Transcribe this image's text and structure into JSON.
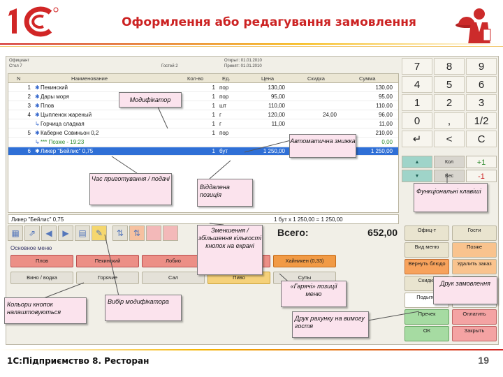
{
  "slide": {
    "title": "Оформлення або редагування замовлення",
    "footer": "1С:Підприємство 8. Ресторан",
    "page_number": "19",
    "logo_text": "1С"
  },
  "app": {
    "infobar": [
      "Официант",
      "Стол 7",
      "Гостей 2",
      "Открыт: 01.01.2010",
      "Принят: 01.01.2010"
    ],
    "columns": [
      "N",
      "Наименование",
      "Кол-во",
      "Ед.",
      "Цена",
      "Скидка",
      "Сумма"
    ],
    "rows": [
      {
        "num": "1",
        "mark": "✱",
        "name": "Пекинский",
        "qty": "1",
        "unit": "пор",
        "price": "130,00",
        "discount": "",
        "sum": "130,00"
      },
      {
        "num": "2",
        "mark": "✱",
        "name": "Дары моря",
        "qty": "1",
        "unit": "пор",
        "price": "95,00",
        "discount": "",
        "sum": "95,00"
      },
      {
        "num": "3",
        "mark": "✱",
        "name": "Плов",
        "qty": "1",
        "unit": "шт",
        "price": "110,00",
        "discount": "",
        "sum": "110,00"
      },
      {
        "num": "4",
        "mark": "✱",
        "name": "Цыпленок жареный",
        "qty": "1",
        "unit": "г",
        "price": "120,00",
        "discount": "24,00",
        "sum": "96,00"
      },
      {
        "num": "",
        "mark": "↳",
        "name": "Горчица сладкая",
        "qty": "1",
        "unit": "г",
        "price": "11,00",
        "discount": "",
        "sum": "11,00"
      },
      {
        "num": "5",
        "mark": "✱",
        "name": "Каберне Совиньон 0,2",
        "qty": "1",
        "unit": "пор",
        "price": "",
        "discount": "",
        "sum": "210,00"
      },
      {
        "num": "",
        "mark": "↳",
        "name": "*** Позже - 19:23",
        "qty": "",
        "unit": "",
        "price": "",
        "discount": "",
        "sum": "0,00"
      },
      {
        "num": "6",
        "mark": "✱",
        "name": "Ликер \"Бейлис\" 0,75",
        "qty": "1",
        "unit": "бут",
        "price": "1 250,00",
        "discount": "",
        "sum": "1 250,00"
      }
    ],
    "selected_item": "Ликер \"Бейлис\" 0,75",
    "selected_formula": "1 бут x 1 250,00 = 1 250,00",
    "total_label": "Всего:",
    "total_value": "652,00",
    "menu_title": "Основное меню",
    "menu_buttons": [
      {
        "label": "Плов",
        "color": "red"
      },
      {
        "label": "Пекинский",
        "color": "red"
      },
      {
        "label": "Лобио",
        "color": "red"
      },
      {
        "label": "",
        "color": "red"
      },
      {
        "label": "Хайникен (0,33)",
        "color": "orange"
      },
      {
        "label": "Вино / водка",
        "color": "gray"
      },
      {
        "label": "Горячие",
        "color": "gray"
      },
      {
        "label": "Сал",
        "color": "gray"
      },
      {
        "label": "Пиво",
        "color": "yellow"
      },
      {
        "label": "Супы",
        "color": "gray"
      }
    ],
    "keypad": [
      "7",
      "8",
      "9",
      "4",
      "5",
      "6",
      "1",
      "2",
      "3",
      "0",
      ",",
      "1/2",
      "↵",
      "<",
      "C"
    ],
    "side_keys": {
      "qty_label": "Кол",
      "plus": "+1",
      "weight_label": "Вес",
      "minus": "-1"
    },
    "function_keys": [
      {
        "label": "Офиц-т",
        "color": "tan"
      },
      {
        "label": "Гости",
        "color": "tan"
      },
      {
        "label": "Вид меню",
        "color": "tan"
      },
      {
        "label": "Позже",
        "color": "lorange"
      },
      {
        "label": "Вернуть блюдо",
        "color": "orange"
      },
      {
        "label": "Удалить заказ",
        "color": "lorange"
      },
      {
        "label": "Скидки",
        "color": "tan"
      },
      {
        "label": "",
        "color": "tan"
      },
      {
        "label": "Подытог",
        "color": "white"
      },
      {
        "label": "",
        "color": "white"
      },
      {
        "label": "Пречек",
        "color": "green"
      },
      {
        "label": "Оплатить",
        "color": "pink"
      },
      {
        "label": "ОК",
        "color": "green"
      },
      {
        "label": "Закрыть",
        "color": "pink"
      }
    ]
  },
  "callouts": {
    "modifier": "Модифікатор",
    "auto_discount": "Автоматична знижка",
    "time": "Час приготування / подачі",
    "remote": "Віддалена позиція",
    "function_keys": "Функціональні клавіші",
    "qty_buttons": "Зменшення / збільшення кількості кнопок на екрані",
    "colors": "Кольори кнопок налаштовуються",
    "modifier_choice": "Вибір модифікатора",
    "hot": "«Гарячі» позиції меню",
    "print_order": "Друк замовлення",
    "print_bill": "Друк рахунку на вимогу гостя"
  },
  "colors": {
    "title_red": "#cc2222",
    "selection_blue": "#2f6fd6",
    "callout_pink": "#fbe3ed"
  }
}
